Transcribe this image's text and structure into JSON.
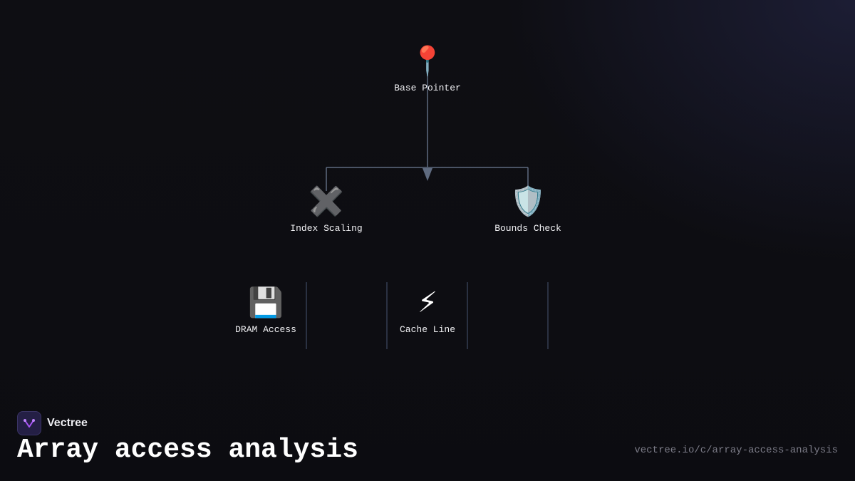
{
  "diagram": {
    "nodes": [
      {
        "id": "base",
        "icon": "round-pushpin-icon",
        "glyph": "📍",
        "label": "Base Pointer"
      },
      {
        "id": "index",
        "icon": "heavy-multiplication-icon",
        "glyph": "✖️",
        "label": "Index Scaling"
      },
      {
        "id": "bounds",
        "icon": "shield-icon",
        "glyph": "🛡️",
        "label": "Bounds Check"
      },
      {
        "id": "dram",
        "icon": "floppy-disk-icon",
        "glyph": "💾",
        "label": "DRAM Access"
      },
      {
        "id": "cache",
        "icon": "lightning-icon",
        "glyph": "⚡",
        "label": "Cache Line"
      }
    ],
    "edges": [
      {
        "from": "base",
        "to": "index"
      },
      {
        "from": "base",
        "to": "bounds"
      }
    ],
    "colors": {
      "connector": "#5f6b80",
      "divider": "#2a3142"
    }
  },
  "brand": {
    "name": "Vectree",
    "logo_icon": "vectree-logo-icon",
    "logo_color": "#a855f7"
  },
  "footer": {
    "title": "Array access analysis",
    "url": "vectree.io/c/array-access-analysis"
  }
}
